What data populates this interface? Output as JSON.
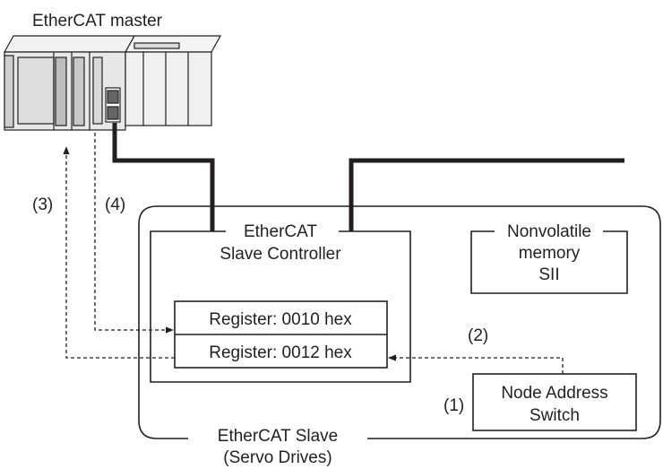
{
  "master": {
    "title": "EtherCAT master"
  },
  "slave": {
    "label_line1": "EtherCAT Slave",
    "label_line2": "(Servo Drives)"
  },
  "esc": {
    "label_line1": "EtherCAT",
    "label_line2": "Slave Controller",
    "register_top": "Register: 0010 hex",
    "register_bottom": "Register: 0012 hex"
  },
  "sii": {
    "label_line1": "Nonvolatile",
    "label_line2": "memory",
    "label_line3": "SII"
  },
  "switch": {
    "label_line1": "Node Address",
    "label_line2": "Switch"
  },
  "steps": {
    "step1": "(1)",
    "step2": "(2)",
    "step3": "(3)",
    "step4": "(4)"
  },
  "colors": {
    "line": "#231f20",
    "plc_body": "#e8e8e8",
    "plc_shadow": "#b8b8b8"
  }
}
